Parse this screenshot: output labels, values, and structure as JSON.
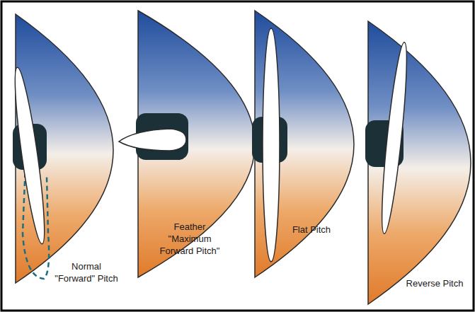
{
  "diagram": {
    "labels": [
      "Normal \"Forward\" Pitch",
      "Feather \"Maximum Forward Pitch\"",
      "Flat Pitch",
      "Reverse Pitch"
    ]
  }
}
